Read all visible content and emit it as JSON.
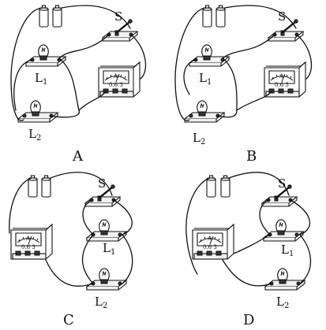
{
  "panels": [
    {
      "id": "A",
      "letter": "A",
      "switch_label": "S",
      "l1_label": "L",
      "l1_sub": "1",
      "l2_label": "L",
      "l2_sub": "2",
      "meter_unit": "A",
      "meter_minus": "−",
      "meter_scale": "0.6 3"
    },
    {
      "id": "B",
      "letter": "B",
      "switch_label": "S",
      "l1_label": "L",
      "l1_sub": "1",
      "l2_label": "L",
      "l2_sub": "2",
      "meter_unit": "A",
      "meter_minus": "−",
      "meter_scale": "0.6 3"
    },
    {
      "id": "C",
      "letter": "C",
      "switch_label": "S",
      "l1_label": "L",
      "l1_sub": "1",
      "l2_label": "L",
      "l2_sub": "2",
      "meter_unit": "A",
      "meter_minus": "−",
      "meter_scale": "0.6 3"
    },
    {
      "id": "D",
      "letter": "D",
      "switch_label": "S",
      "l1_label": "L",
      "l1_sub": "1",
      "l2_label": "L",
      "l2_sub": "2",
      "meter_unit": "A",
      "meter_minus": "−",
      "meter_scale": "0.6 3"
    }
  ]
}
